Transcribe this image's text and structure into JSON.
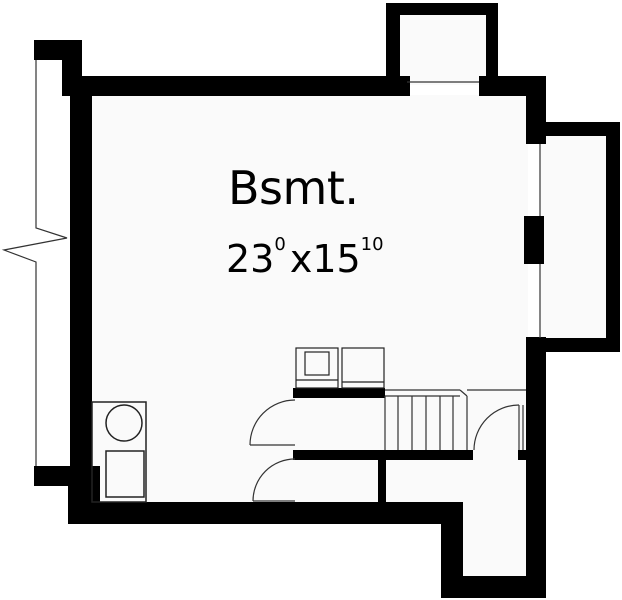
{
  "room": {
    "name": "Bsmt.",
    "width_feet": "23",
    "width_inches": "0",
    "separator": "x",
    "depth_feet": "15",
    "depth_inches": "10"
  },
  "colors": {
    "wall": "#000000",
    "floor": "#fafafa",
    "background": "#ffffff",
    "line": "#333333"
  }
}
